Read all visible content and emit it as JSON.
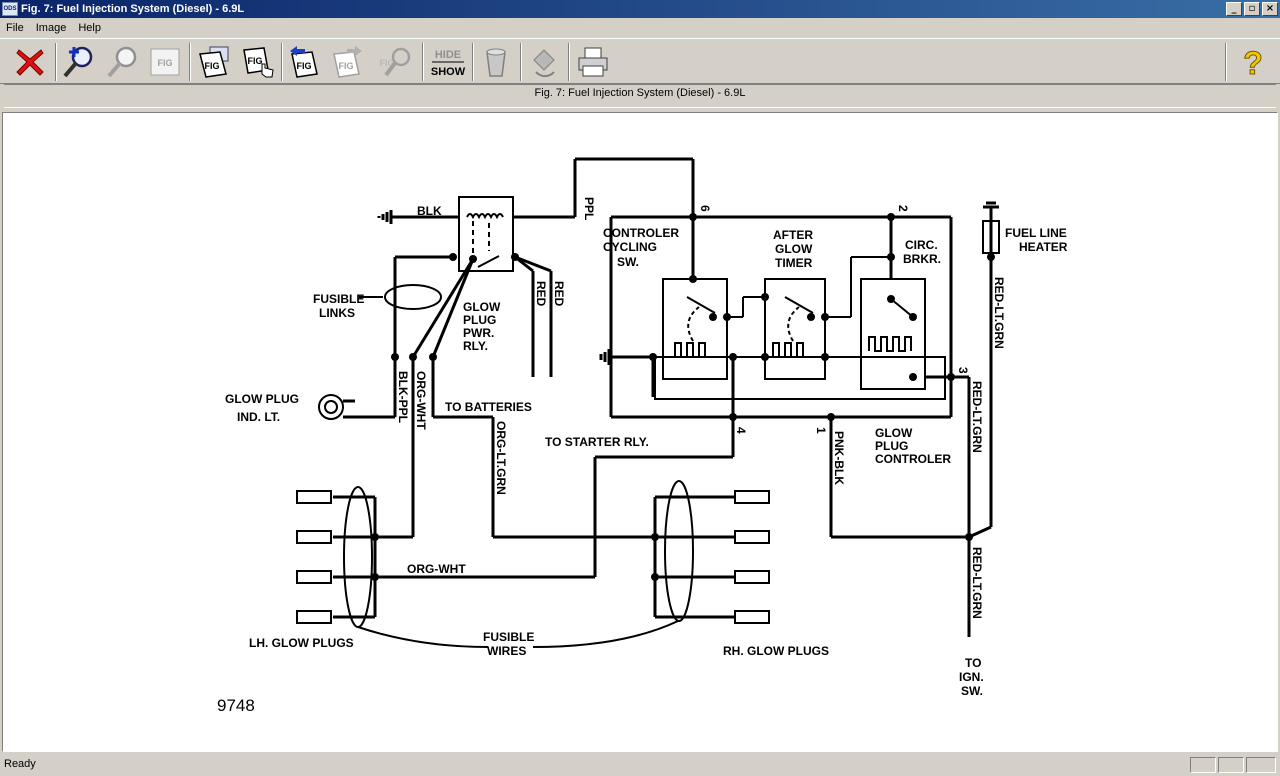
{
  "window": {
    "title": "Fig. 7: Fuel Injection System (Diesel) - 6.9L",
    "app_icon_text": "ODS",
    "minimize_glyph": "_",
    "restore_glyph": "▫",
    "close_glyph": "×"
  },
  "menu": {
    "items": [
      "File",
      "Image",
      "Help"
    ]
  },
  "toolbar": {
    "hide_label": "HIDE",
    "show_label": "SHOW",
    "fig_label": "FIG",
    "buttons": [
      "close-x-icon",
      "zoom-in-icon",
      "zoom-out-icon",
      "fig-icon",
      "fig-list-icon",
      "fig-pointer-icon",
      "prev-fig-icon",
      "next-fig-icon",
      "find-fig-icon",
      "hide-show-icon",
      "bucket-icon",
      "rotate-icon",
      "printer-icon",
      "help-icon"
    ],
    "help_glyph": "?"
  },
  "figure_caption": "Fig. 7: Fuel Injection System (Diesel) - 6.9L",
  "diagram": {
    "labels": {
      "blk": "BLK",
      "ppl": "PPL",
      "controler_cycling_sw": [
        "CONTROLER",
        "CYCLING",
        "SW."
      ],
      "after_glow_timer": [
        "AFTER",
        "GLOW",
        "TIMER"
      ],
      "circ_brkr": [
        "CIRC.",
        "BRKR."
      ],
      "fuel_line_heater": [
        "FUEL LINE",
        "HEATER"
      ],
      "fusible_links": [
        "FUSIBLE",
        "LINKS"
      ],
      "glow_plug_pwr_rly": [
        "GLOW",
        "PLUG",
        "PWR.",
        "RLY."
      ],
      "red": "RED",
      "red2": "RED",
      "glow_plug_ind_lt": [
        "GLOW PLUG",
        "IND. LT."
      ],
      "blk_ppl": "BLK-PPL",
      "org_wht_v": "ORG-WHT",
      "to_batteries": "TO BATTERIES",
      "to_starter_rly": "TO STARTER RLY.",
      "org_lt_grn": "ORG-LT.GRN",
      "red_lt_grn_top": "RED-LT.GRN",
      "red_lt_grn_mid": "RED-LT.GRN",
      "red_lt_grn_bot": "RED-LT.GRN",
      "pnk_blk": "PNK-BLK",
      "glow_plug_controler": [
        "GLOW",
        "PLUG",
        "CONTROLER"
      ],
      "org_wht_h": "ORG-WHT",
      "lh_glow_plugs": "LH. GLOW PLUGS",
      "fusible_wires": [
        "FUSIBLE",
        "WIRES"
      ],
      "rh_glow_plugs": "RH. GLOW PLUGS",
      "to_ign_sw": [
        "TO",
        "IGN.",
        "SW."
      ],
      "term_6": "6",
      "term_2": "2",
      "term_3": "3",
      "term_4": "4",
      "term_1": "1"
    },
    "figure_number": "9748"
  },
  "status": {
    "text": "Ready"
  }
}
